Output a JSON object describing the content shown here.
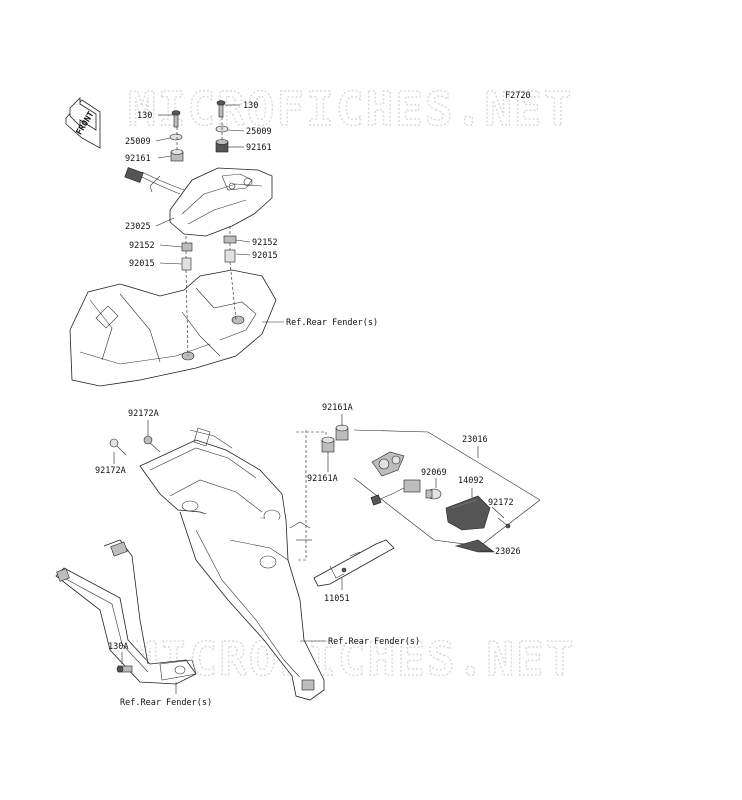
{
  "diagram_code": "F2720",
  "watermark": "MICROFICHES.NET",
  "front_label": "FRONT",
  "callouts": {
    "p130_left": "130",
    "p130_right": "130",
    "p25009_left": "25009",
    "p25009_right": "25009",
    "p92161_left": "92161",
    "p92161_right": "92161",
    "p23025": "23025",
    "p92152_left": "92152",
    "p92152_right": "92152",
    "p92015_left": "92015",
    "p92015_right": "92015",
    "p92172A_top": "92172A",
    "p92172A_left": "92172A",
    "p92161A_top": "92161A",
    "p92161A_bottom": "92161A",
    "p23016": "23016",
    "p92069": "92069",
    "p14092": "14092",
    "p92172": "92172",
    "p23026": "23026",
    "p11051": "11051",
    "p130A": "130A"
  },
  "refs": {
    "rear_fender_1": "Ref.Rear Fender(s)",
    "rear_fender_2": "Ref.Rear Fender(s)",
    "rear_fender_3": "Ref.Rear Fender(s)"
  }
}
